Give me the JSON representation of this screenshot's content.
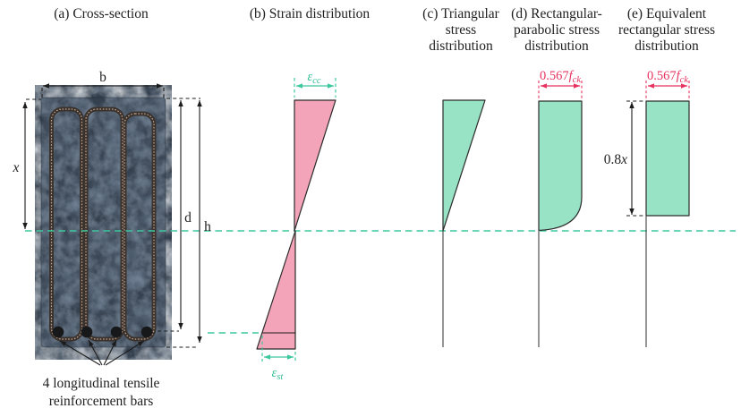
{
  "figure": {
    "panels": {
      "a": {
        "title": "(a) Cross-section"
      },
      "b": {
        "title": "(b) Strain distribution"
      },
      "c": {
        "title_lines": [
          "(c) Triangular",
          "stress",
          "distribution"
        ]
      },
      "d": {
        "title_lines": [
          "(d) Rectangular-",
          "parabolic stress",
          "distribution"
        ]
      },
      "e": {
        "title_lines": [
          "(e) Equivalent",
          "rectangular stress",
          "distribution"
        ]
      }
    },
    "cross_section": {
      "width_label": "b",
      "neutral_axis_depth_label": "x",
      "effective_depth_label": "d",
      "height_label": "h",
      "bars_note_line1": "4 longitudinal tensile",
      "bars_note_line2": "reinforcement bars",
      "num_bars": 4
    },
    "strain": {
      "top_symbol": "ε",
      "top_sub": "cc",
      "bottom_symbol": "ε",
      "bottom_sub": "st"
    },
    "stress": {
      "peak_coeff": "0.567",
      "peak_f": "f",
      "peak_sub": "ck",
      "depth_coeff": "0.8",
      "depth_var": "x"
    },
    "colors": {
      "strain_fill": "#f4a4b9",
      "stress_fill": "#98e2c5",
      "neutral_axis_teal": "#3cc89d",
      "stress_label_red": "#e73360",
      "line_black": "#1c1c1c",
      "concrete_base": "#5d6d80"
    }
  }
}
